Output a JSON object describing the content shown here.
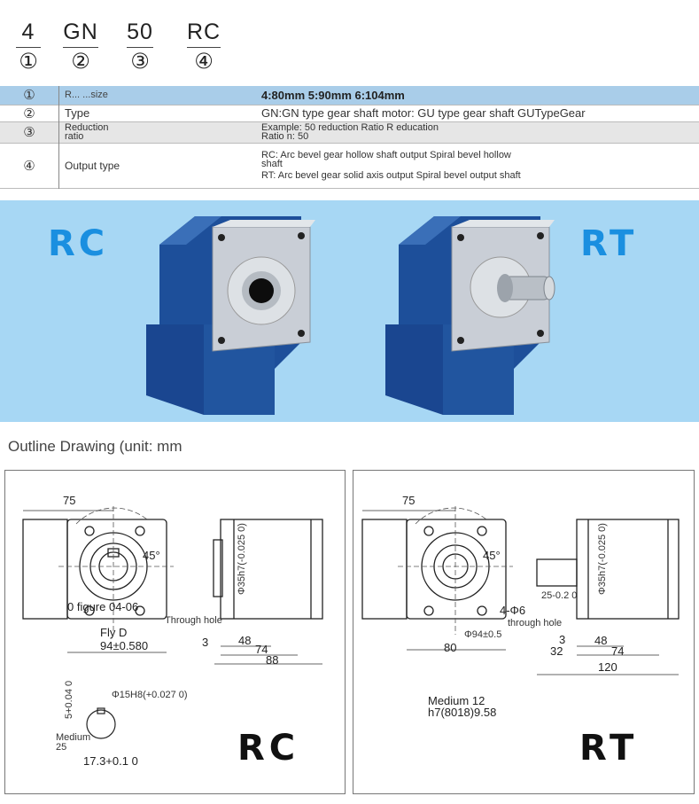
{
  "model_code": [
    {
      "value": "4",
      "index": "①"
    },
    {
      "value": "GN",
      "index": "②"
    },
    {
      "value": "50",
      "index": "③"
    },
    {
      "value": "RC",
      "index": "④"
    }
  ],
  "spec_table": [
    {
      "index": "①",
      "label": "R... ...size",
      "value": "4:80mm  5:90mm  6:104mm"
    },
    {
      "index": "②",
      "label": "Type",
      "value": "GN:GN type gear shaft motor: GU type gear shaft GUTypeGear"
    },
    {
      "index": "③",
      "label_line1": "Reduction",
      "label_line2": "ratio",
      "value_line1": "Example: 50 reduction Ratio R education",
      "value_line2": "Ratio n: 50"
    },
    {
      "index": "④",
      "label": "Output type",
      "value_line1": "RC: Arc bevel gear hollow shaft output Spiral bevel hollow",
      "value_line2": "shaft",
      "value_line3": "RT: Arc bevel gear solid axis output Spiral bevel output shaft"
    }
  ],
  "banner": {
    "left_label": "RC",
    "right_label": "RT"
  },
  "outline_title": "Outline Drawing (unit: mm",
  "rc_drawing": {
    "dim_75": "75",
    "angle_45": "45°",
    "shaft_dia": "Φ35h7(-0.025 0)",
    "figure_note": "0 figure 04-06",
    "through_hole": "Through hole",
    "fly_d": "Fly D",
    "pcd": "94±0.580",
    "dim_3": "3",
    "dim_48": "48",
    "dim_74": "74",
    "dim_88": "88",
    "keyway_dia": "Φ15H8(+0.027 0)",
    "key_width": "5+0.04 0",
    "medium": "Medium",
    "medium_val": "25",
    "key_depth": "17.3+0.1 0",
    "label": "RC"
  },
  "rt_drawing": {
    "dim_75": "75",
    "angle_45": "45°",
    "holes": "4-Φ6",
    "through_hole": "through hole",
    "pcd": "Φ94±0.5",
    "dim_80": "80",
    "shaft_dia": "Φ35h7(-0.025 0)",
    "shaft_len": "25-0.2 0",
    "dim_3": "3",
    "dim_32": "32",
    "dim_48": "48",
    "dim_74": "74",
    "dim_120": "120",
    "medium_line1": "Medium 12",
    "medium_line2": "h7(8018)9.58",
    "label": "RT"
  },
  "colors": {
    "table_blue": "#a9cde9",
    "banner_blue": "#a7d7f4",
    "label_blue": "#1a8fe0",
    "motor_blue": "#1d4f9a"
  }
}
